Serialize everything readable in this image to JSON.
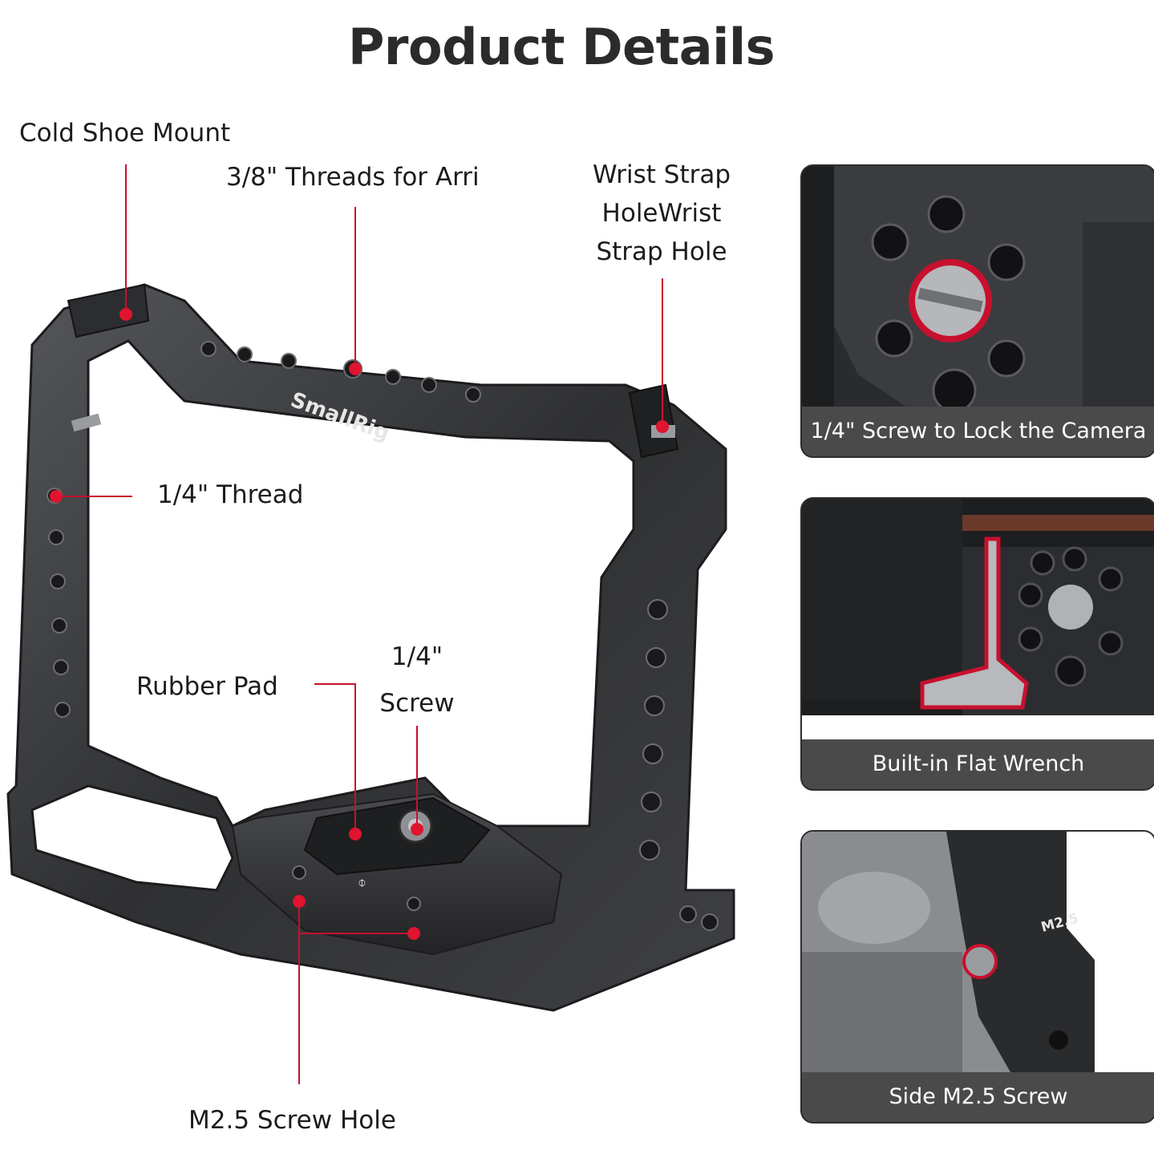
{
  "title": "Product Details",
  "callouts": {
    "cold_shoe": "Cold Shoe Mount",
    "arri_threads": "3/8\" Threads for Arri",
    "wrist_strap": [
      "Wrist Strap",
      "HoleWrist",
      "Strap Hole"
    ],
    "quarter_thread": "1/4\" Thread",
    "rubber_pad": "Rubber Pad",
    "quarter_screw": [
      "1/4\"",
      "Screw"
    ],
    "m25_hole": "M2.5 Screw Hole"
  },
  "brand_mark": "SmallRig",
  "panels": [
    {
      "caption": "1/4\" Screw to Lock the Camera"
    },
    {
      "caption": "Built-in Flat Wrench"
    },
    {
      "caption": "Side M2.5 Screw",
      "engraving": "M2.5"
    }
  ],
  "colors": {
    "accent": "#c8102e",
    "cage": "#3a3b3d",
    "caption_bar": "#4a4a4a"
  }
}
